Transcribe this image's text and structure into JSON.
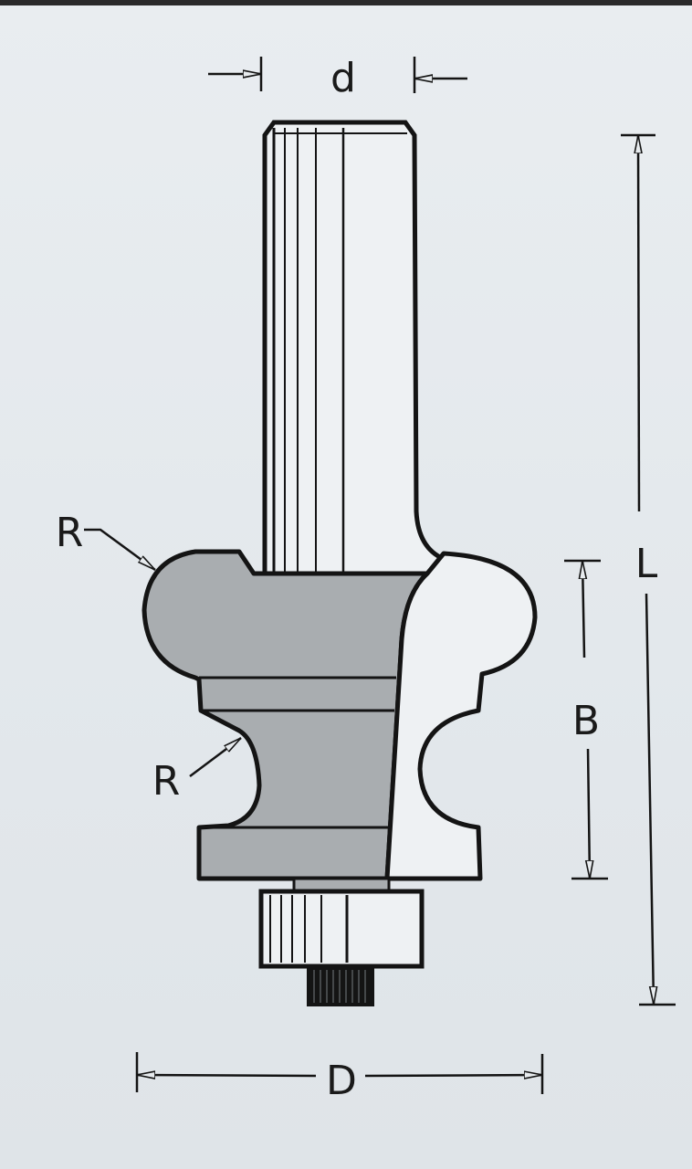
{
  "labels": {
    "shank_diameter": "d",
    "overall_length": "L",
    "cutting_height": "B",
    "cutting_diameter": "D",
    "radius_top": "R",
    "radius_middle": "R"
  },
  "colors": {
    "ink": "#141414",
    "body_fill": "#a9adb0",
    "paper": "#e7ebee"
  }
}
